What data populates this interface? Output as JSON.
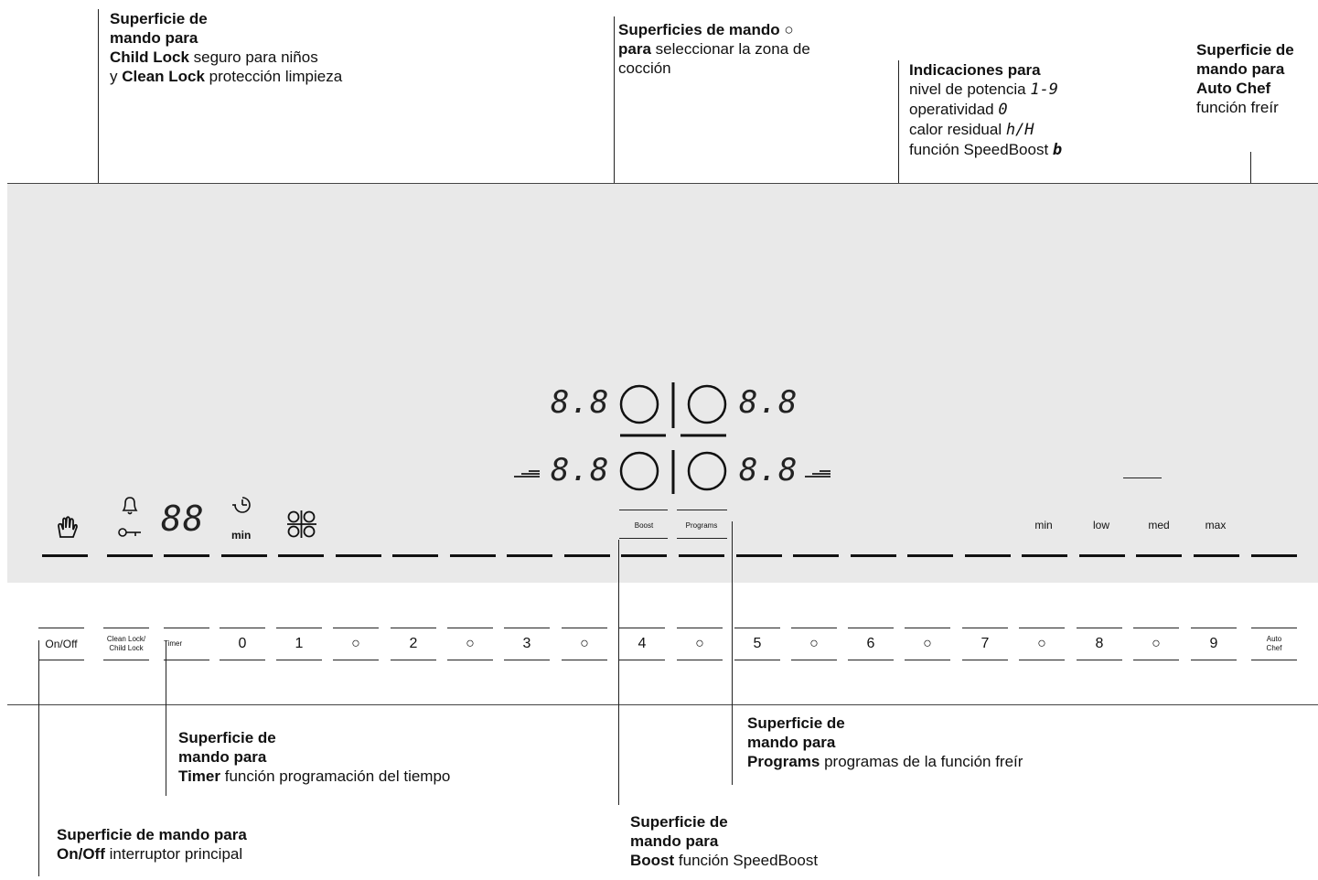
{
  "callouts": {
    "lock": {
      "l1": "Superficie de",
      "l2": "mando para",
      "l3b": "Child Lock",
      "l3": " seguro para niños",
      "l4a": "y ",
      "l4b": "Clean Lock",
      "l4": " protección limpieza"
    },
    "zones": {
      "l1": "Superficies de mando ○",
      "l2b": "para",
      "l2": " seleccionar la zona de",
      "l3": "cocción"
    },
    "indic": {
      "l1": "Indicaciones para",
      "l2": "nivel de potencia ",
      "l2s": "1-9",
      "l3": "operatividad ",
      "l3s": "0",
      "l4": "calor residual ",
      "l4s": "h/H",
      "l5": "función SpeedBoost ",
      "l5s": "b"
    },
    "autochef": {
      "l1": "Superficie de",
      "l2": "mando para",
      "l3": "Auto Chef",
      "l4": "función freír"
    },
    "timer": {
      "l1": "Superficie de",
      "l2": "mando para",
      "l3b": "Timer",
      "l3": " función programación del tiempo"
    },
    "programs": {
      "l1": "Superficie de",
      "l2": "mando para",
      "l3b": "Programs",
      "l3": " programas de la función freír"
    },
    "onoff": {
      "l1": "Superficie de mando para",
      "l2b": "On/Off",
      "l2": " interruptor principal"
    },
    "boost": {
      "l1": "Superficie de",
      "l2": "mando para",
      "l3b": "Boost",
      "l3": " función SpeedBoost"
    }
  },
  "panel": {
    "display_digits": "8.8",
    "timer_digits": "88",
    "min_label": "min",
    "boost_label": "Boost",
    "programs_label": "Programs",
    "levels": [
      "min",
      "low",
      "med",
      "max"
    ]
  },
  "keys": [
    "On/Off",
    "Clean Lock/\nChild Lock",
    "Timer",
    "0",
    "1",
    "○",
    "2",
    "○",
    "3",
    "○",
    "4",
    "○",
    "5",
    "○",
    "6",
    "○",
    "7",
    "○",
    "8",
    "○",
    "9",
    "Auto\nChef"
  ],
  "icons": [
    "hand-icon",
    "bell-icon",
    "key-icon",
    "clock-icon",
    "zones-icon",
    "boost-bar-icon"
  ]
}
